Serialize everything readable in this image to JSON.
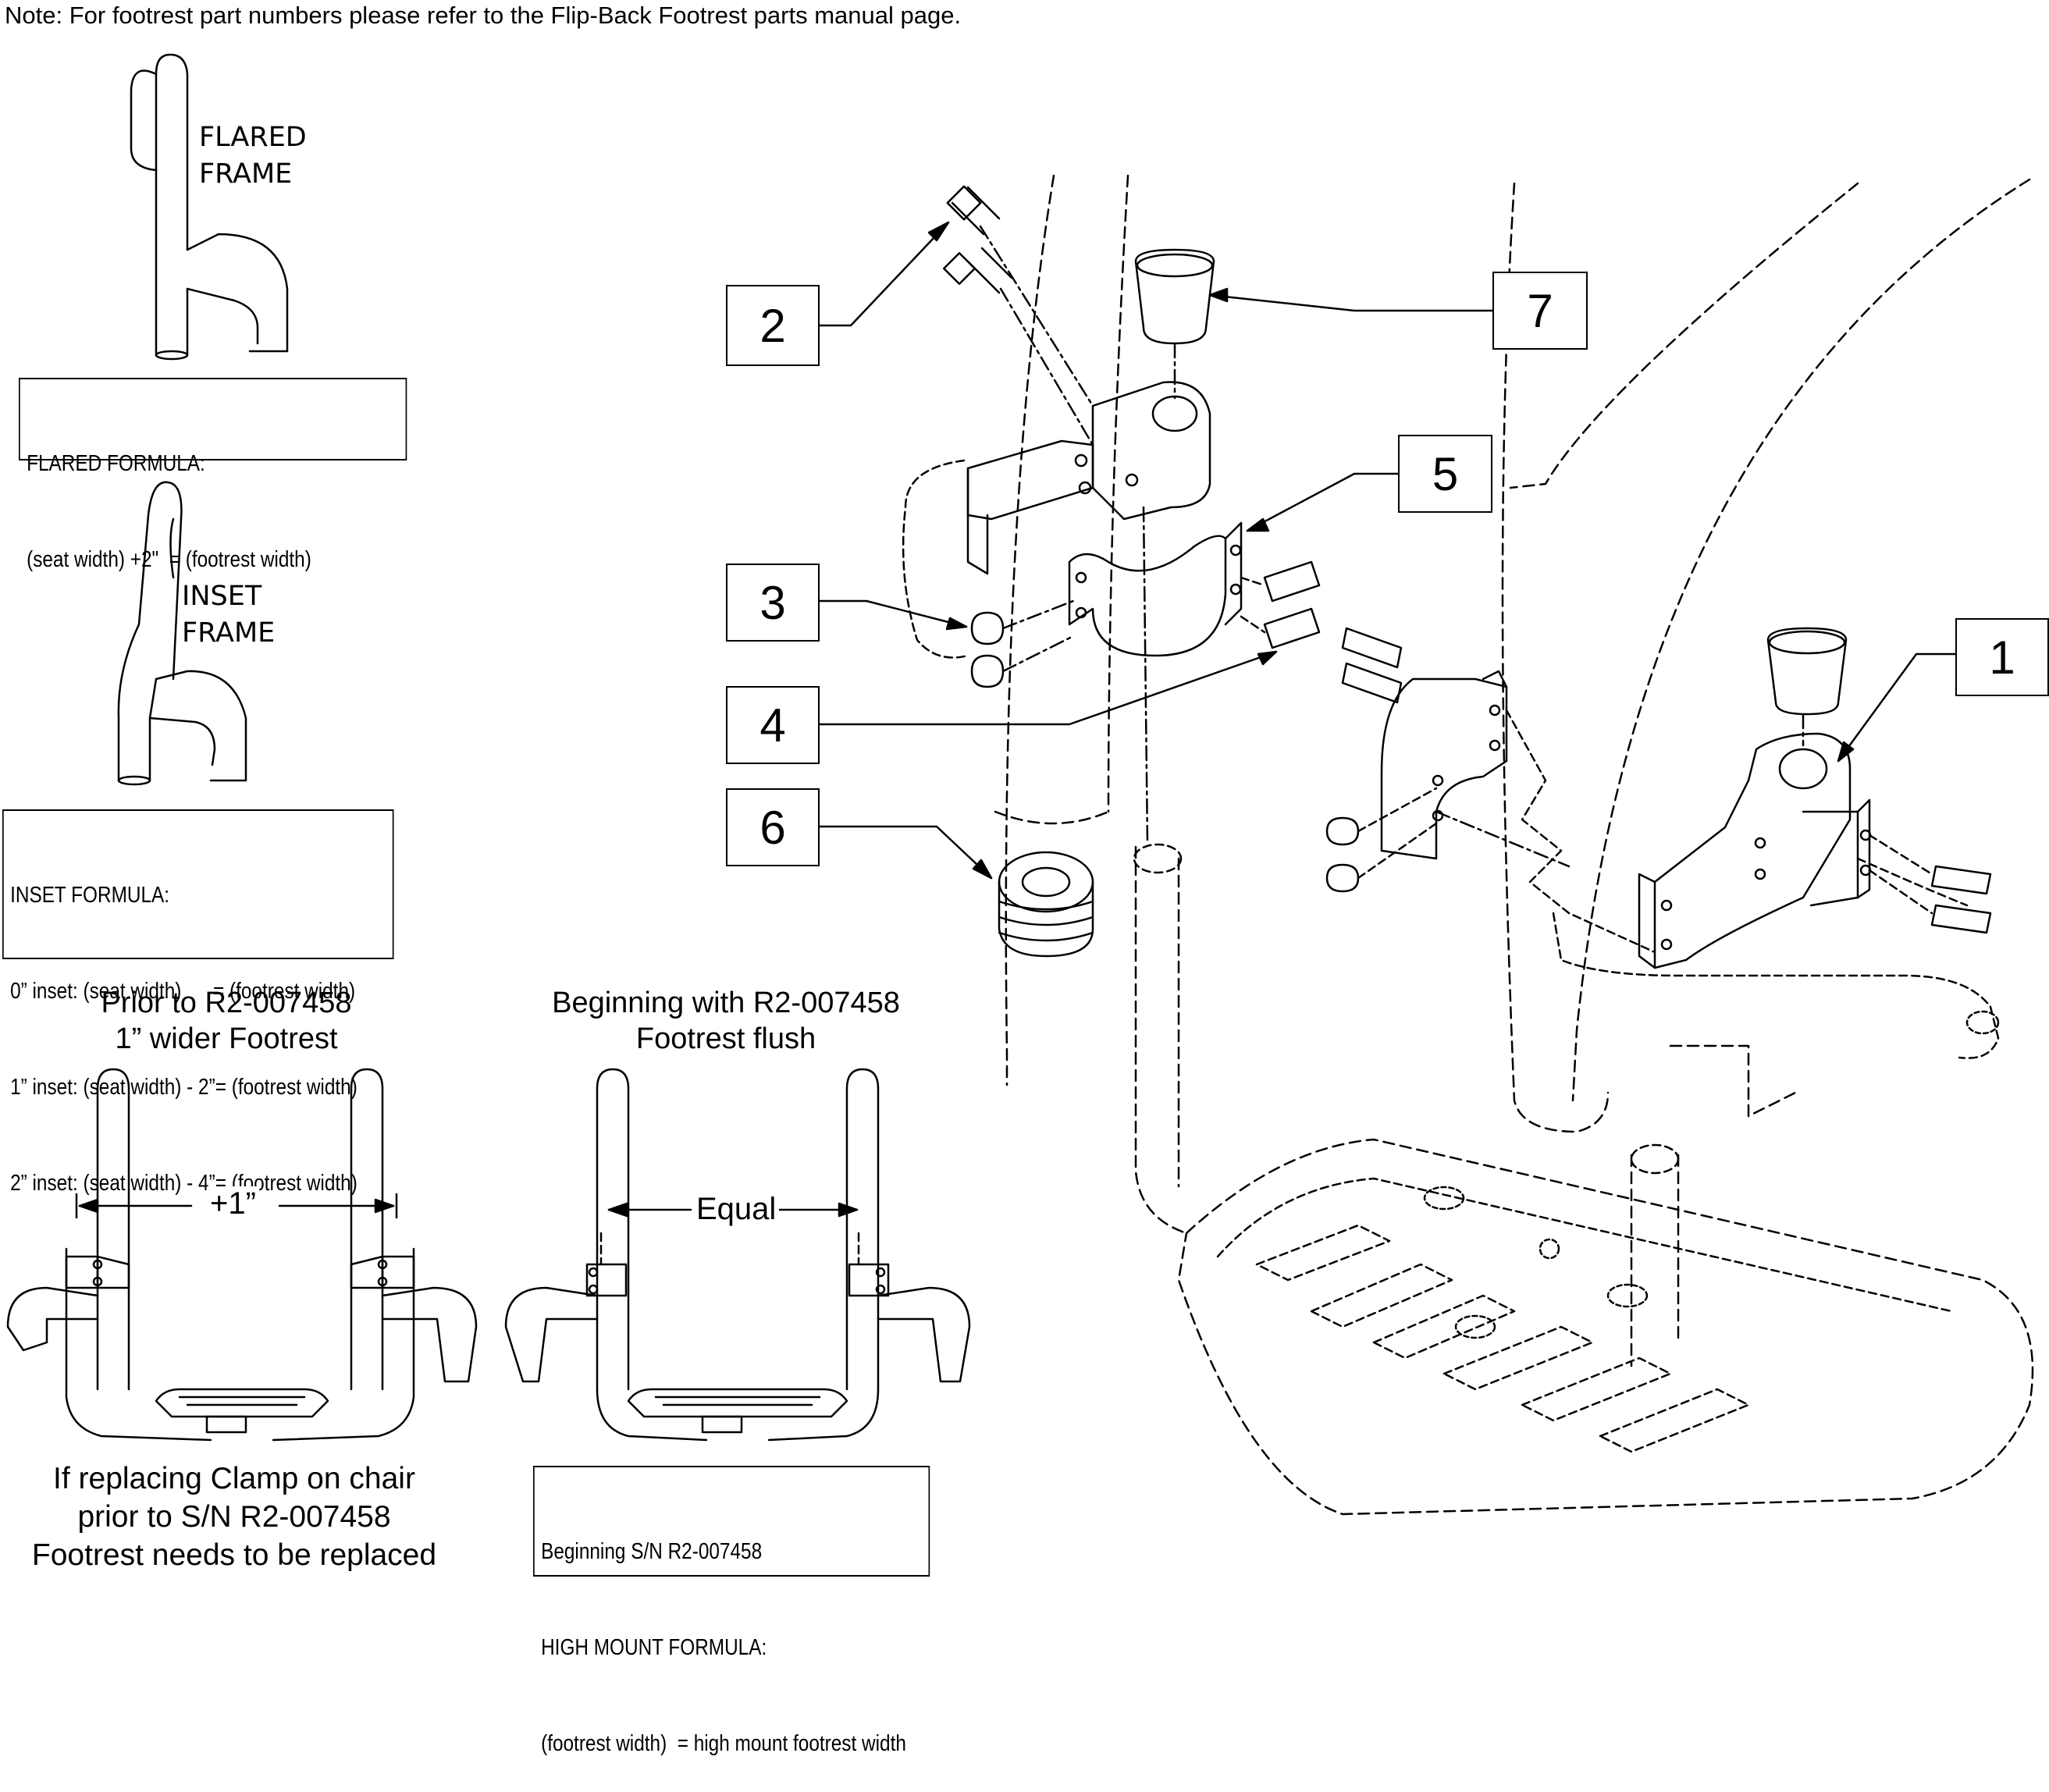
{
  "note": "Note: For footrest part numbers please refer to the Flip-Back Footrest parts manual page.",
  "flared": {
    "label_line1": "FLARED",
    "label_line2": "FRAME",
    "formula_title": "FLARED FORMULA:",
    "formula_line": "(seat width) +2\"  = (footrest width)"
  },
  "inset": {
    "label_line1": "INSET",
    "label_line2": "FRAME",
    "formula_title": "INSET FORMULA:",
    "formula_lines": [
      "0” inset: (seat width)      = (footrest width)",
      "1” inset: (seat width) - 2”= (footrest width)",
      "2” inset: (seat width) - 4”= (footrest width)"
    ]
  },
  "prior": {
    "caption_line1": "Prior to R2-007458",
    "caption_line2": "1” wider Footrest",
    "dimension": "+1”",
    "footer_line1": "If replacing Clamp on chair",
    "footer_line2": "prior to S/N R2-007458",
    "footer_line3": "Footrest needs to be replaced"
  },
  "beginning": {
    "caption_line1": "Beginning with R2-007458",
    "caption_line2": "Footrest flush",
    "dimension": "Equal",
    "formula_title": "Beginning S/N R2-007458",
    "formula_line2": "HIGH MOUNT FORMULA:",
    "formula_line3": "(footrest width)  = high mount footrest width"
  },
  "callouts": [
    "1",
    "2",
    "3",
    "4",
    "5",
    "6",
    "7"
  ]
}
